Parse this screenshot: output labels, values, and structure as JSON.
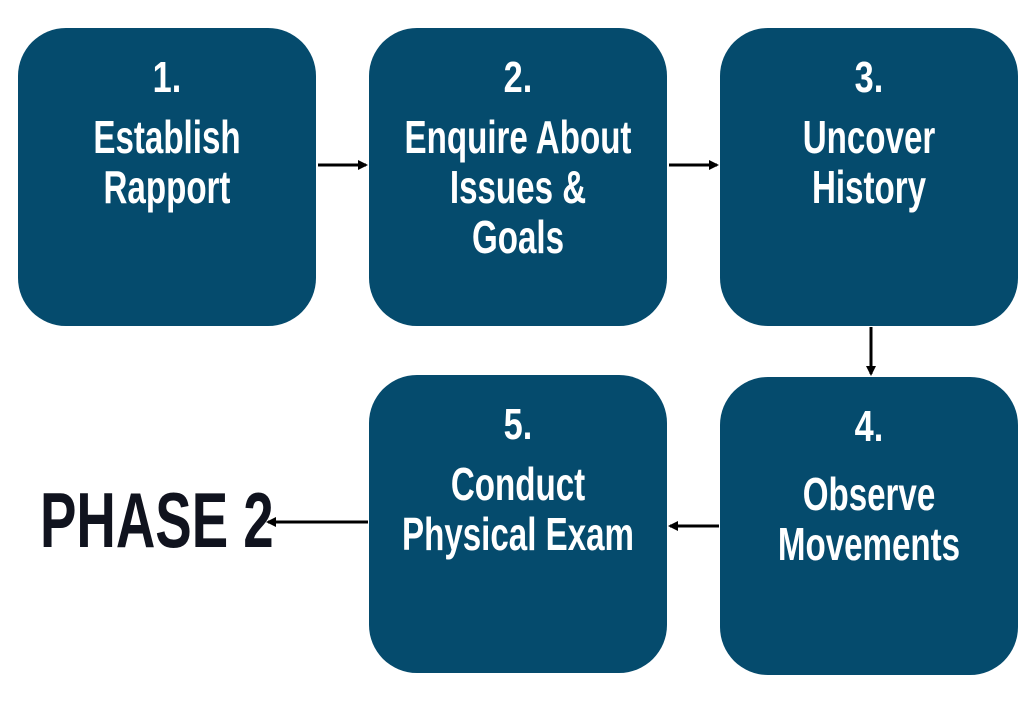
{
  "steps": [
    {
      "number": "1.",
      "label": "Establish\nRapport"
    },
    {
      "number": "2.",
      "label": "Enquire About\nIssues &\nGoals"
    },
    {
      "number": "3.",
      "label": "Uncover\nHistory"
    },
    {
      "number": "4.",
      "label": "Observe\nMovements"
    },
    {
      "number": "5.",
      "label": "Conduct\nPhysical Exam"
    }
  ],
  "next_phase": "PHASE 2",
  "colors": {
    "box": "#054b6d",
    "text": "#ffffff",
    "arrow": "#000000",
    "phase": "#10131e"
  }
}
